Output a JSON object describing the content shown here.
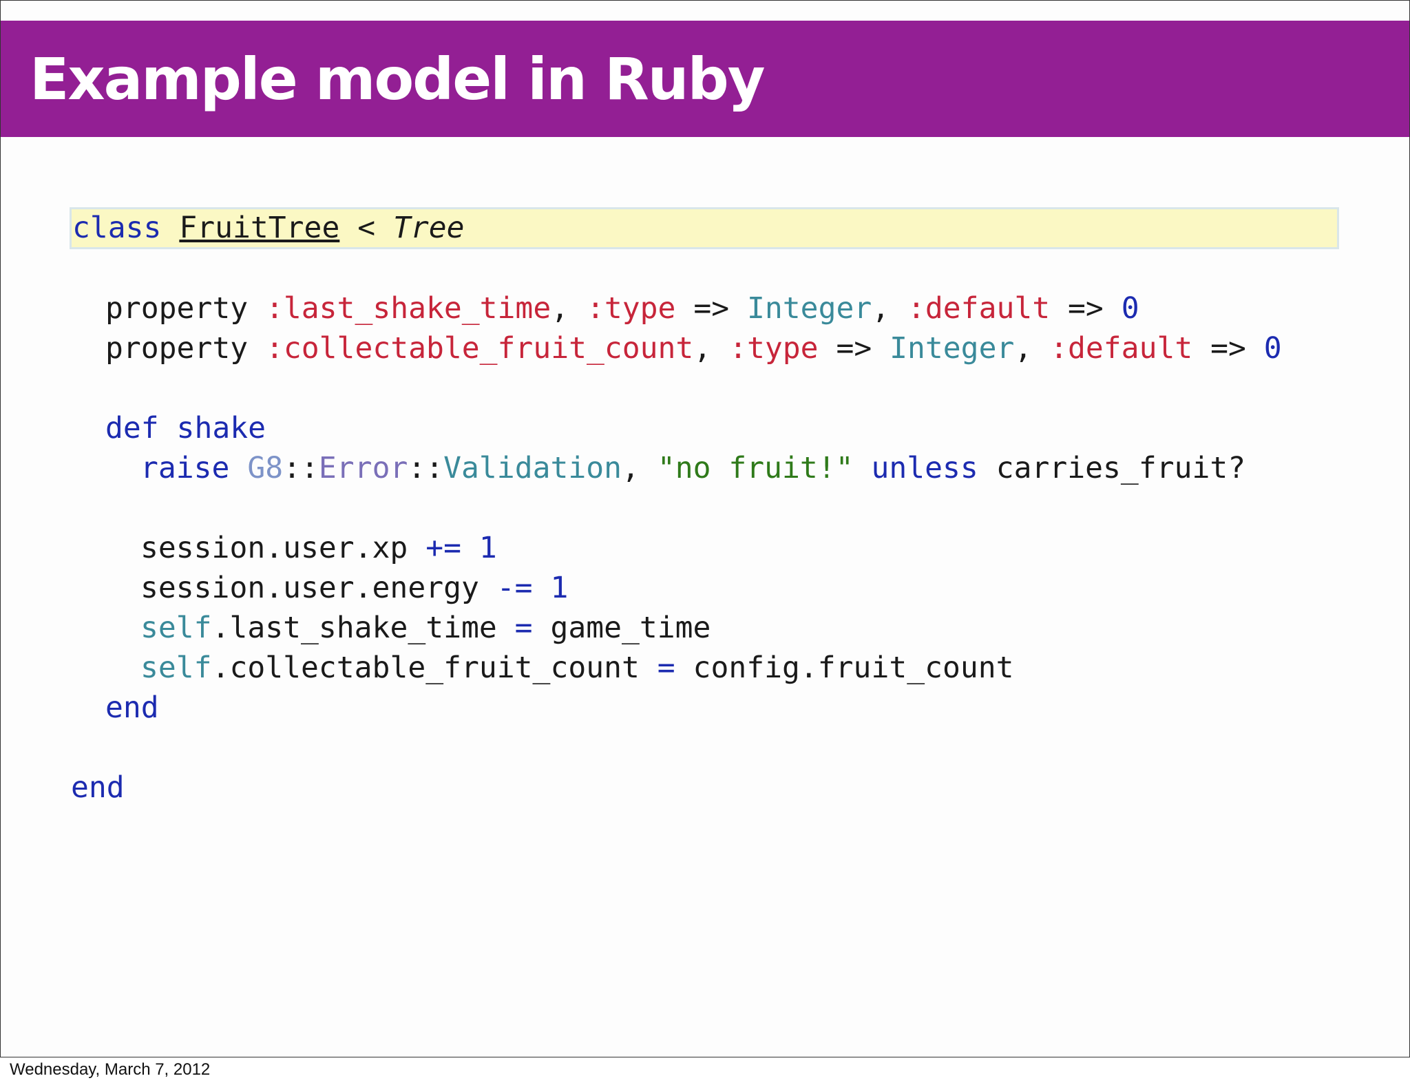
{
  "slide": {
    "title": "Example model in Ruby",
    "footer_date": "Wednesday, March 7, 2012"
  },
  "colors": {
    "title_bar": "#931f94",
    "keyword": "#1c2bb0",
    "symbol": "#c7253a",
    "constant": "#3a8a9a",
    "string": "#2f7a1a",
    "highlight": "#fbf8c4"
  },
  "code": {
    "line1": {
      "kw_class": "class",
      "class_name": "FruitTree",
      "lt": " < ",
      "superclass": "Tree"
    },
    "line2": {
      "ident": "property ",
      "sym1": ":last_shake_time",
      "comma1": ", ",
      "sym2": ":type",
      "arrow1": " => ",
      "const": "Integer",
      "comma2": ", ",
      "sym3": ":default",
      "arrow2": " => ",
      "num": "0"
    },
    "line3": {
      "ident": "property ",
      "sym1": ":collectable_fruit_count",
      "comma1": ", ",
      "sym2": ":type",
      "arrow1": " => ",
      "const": "Integer",
      "comma2": ", ",
      "sym3": ":default",
      "arrow2": " => ",
      "num": "0"
    },
    "line4": {
      "kw_def": "def",
      "method": " shake"
    },
    "line5": {
      "kw_raise": "raise",
      "space": " ",
      "g8": "G8",
      "sep1": "::",
      "err": "Error",
      "sep2": "::",
      "validation": "Validation",
      "comma": ", ",
      "str": "\"no fruit!\"",
      "space2": " ",
      "kw_unless": "unless",
      "tail": " carries_fruit?"
    },
    "line6": {
      "ident": "session.user.xp ",
      "op": "+=",
      "space": " ",
      "num": "1"
    },
    "line7": {
      "ident": "session.user.energy ",
      "op": "-=",
      "space": " ",
      "num": "1"
    },
    "line8": {
      "self": "self",
      "ident": ".last_shake_time ",
      "op": "=",
      "tail": " game_time"
    },
    "line9": {
      "self": "self",
      "ident": ".collectable_fruit_count ",
      "op": "=",
      "tail": " config.fruit_count"
    },
    "line10": {
      "kw_end": "end"
    },
    "line11": {
      "kw_end": "end"
    }
  }
}
